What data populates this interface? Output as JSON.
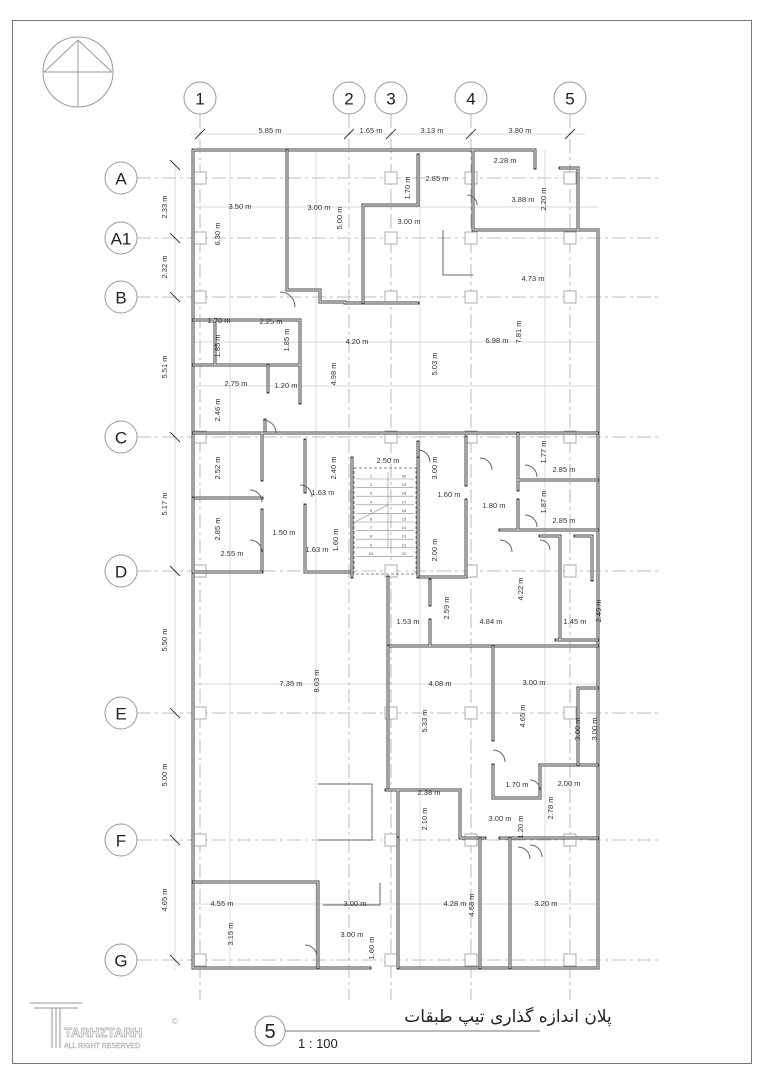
{
  "drawing": {
    "title": "پلان اندازه گذاری تیپ طبقات",
    "number": "5",
    "scale": "1 : 100"
  },
  "logo": {
    "name": "TARHZTARH",
    "subtitle": "ALL RIGHT RESERVED",
    "mark": "©"
  },
  "grid": {
    "columns": [
      "1",
      "2",
      "3",
      "4",
      "5"
    ],
    "rows": [
      "A",
      "A1",
      "B",
      "C",
      "D",
      "E",
      "F",
      "G"
    ]
  },
  "dimensions": [
    "5.85 m",
    "1.65 m",
    "3.13 m",
    "3.80 m",
    "2.33 m",
    "2.32 m",
    "5.51 m",
    "5.17 m",
    "5.50 m",
    "5.00 m",
    "4.65 m",
    "2.28 m",
    "1.70 m",
    "2.85 m",
    "3.88 m",
    "2.20 m",
    "3.50 m",
    "6.30 m",
    "3.00 m",
    "5.00 m",
    "3.00 m",
    "4.73 m",
    "1.70 m",
    "2.25 m",
    "1.85 m",
    "1.85 m",
    "4.20 m",
    "6.98 m",
    "7.81 m",
    "4.98 m",
    "5.03 m",
    "2.75 m",
    "1.20 m",
    "2.46 m",
    "2.52 m",
    "2.40 m",
    "2.50 m",
    "3.00 m",
    "1.77 m",
    "2.85 m",
    "1.63 m",
    "1.60 m",
    "1.80 m",
    "1.87 m",
    "2.85 m",
    "1.50 m",
    "2.85 m",
    "2.55 m",
    "1.60 m",
    "1.63 m",
    "2.00 m",
    "4.22 m",
    "2.59 m",
    "1.53 m",
    "4.84 m",
    "1.45 m",
    "2.49 m",
    "7.35 m",
    "8.03 m",
    "4.08 m",
    "3.00 m",
    "4.65 m",
    "5.33 m",
    "3.00 m",
    "3.00 m",
    "1.70 m",
    "2.00 m",
    "2.38 m",
    "2.78 m",
    "2.10 m",
    "3.00 m",
    "1.20 m",
    "4.55 m",
    "3.15 m",
    "3.00 m",
    "4.28 m",
    "4.68 m",
    "3.20 m",
    "3.00 m",
    "1.60 m"
  ],
  "stair_steps_left": [
    "1",
    "2",
    "3",
    "4",
    "5",
    "6",
    "7",
    "8",
    "9",
    "10"
  ],
  "stair_steps_right": [
    "20",
    "19",
    "18",
    "17",
    "16",
    "15",
    "14",
    "13",
    "12",
    "11"
  ]
}
